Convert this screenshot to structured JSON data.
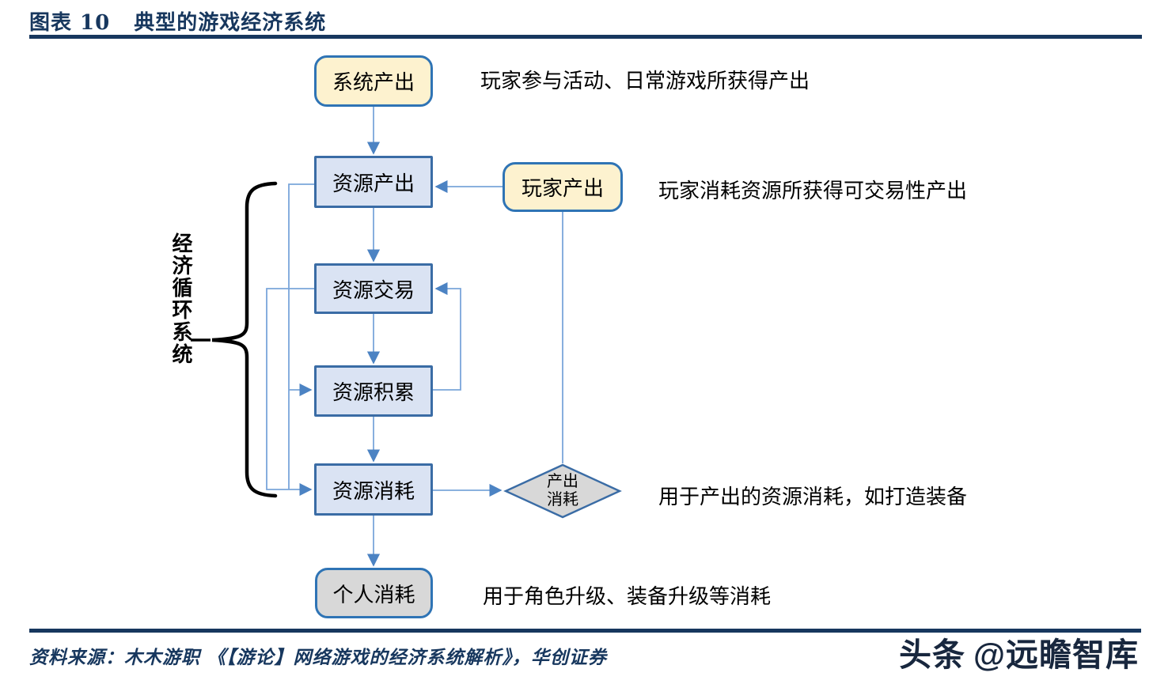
{
  "header": {
    "figure_label": "图表 10",
    "figure_title": "典型的游戏经济系统"
  },
  "diagram": {
    "nodes": {
      "system_output": {
        "label": "系统产出"
      },
      "resource_output": {
        "label": "资源产出"
      },
      "resource_trade": {
        "label": "资源交易"
      },
      "resource_accumulate": {
        "label": "资源积累"
      },
      "resource_consume": {
        "label": "资源消耗"
      },
      "personal_consume": {
        "label": "个人消耗"
      },
      "player_output": {
        "label": "玩家产出"
      },
      "output_consume": {
        "line1": "产出",
        "line2": "消耗"
      }
    },
    "brace_label": "经济循环系统",
    "annotations": {
      "system_output": "玩家参与活动、日常游戏所获得产出",
      "player_output": "玩家消耗资源所获得可交易性产出",
      "output_consume": "用于产出的资源消耗，如打造装备",
      "personal_consume": "用于角色升级、装备升级等消耗"
    },
    "colors": {
      "accent_navy": "#17375E",
      "node_blue_fill": "#DAE3F3",
      "node_yellow_fill": "#FDF2CF",
      "node_gray_fill": "#D8D8D8",
      "node_border": "#2F74B5",
      "connector_line": "#7AA6DA",
      "arrowhead": "#4C83C3",
      "brace": "#000000"
    }
  },
  "footer": {
    "source": "资料来源：木木游职 《【游论】网络游戏的经济系统解析》，华创证券"
  },
  "watermark": {
    "platform": "头条",
    "handle": "@远瞻智库"
  }
}
